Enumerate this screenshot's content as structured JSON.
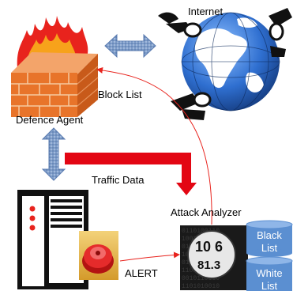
{
  "nodes": {
    "firewall": {
      "label": "Defence Agent"
    },
    "internet": {
      "label": "Internet"
    },
    "analyzer": {
      "label": "Attack Analyzer",
      "digits": [
        "10",
        "6",
        "81.3"
      ]
    },
    "blacklist": {
      "label_lines": [
        "Black",
        "List"
      ]
    },
    "whitelist": {
      "label_lines": [
        "White",
        "List"
      ]
    }
  },
  "edges": {
    "block_list": {
      "label": "Block List"
    },
    "traffic_data": {
      "label": "Traffic Data"
    },
    "alert": {
      "label": "ALERT"
    }
  },
  "colors": {
    "brick": "#e8742a",
    "flame": "#e8231d",
    "traffic_arrow": "#e30613",
    "thin_arrow": "#e8231d",
    "bidir_arrow": "#7d9cc9",
    "cylinder": "#5b8fd1",
    "globe_ocean": "#3a78d8"
  }
}
